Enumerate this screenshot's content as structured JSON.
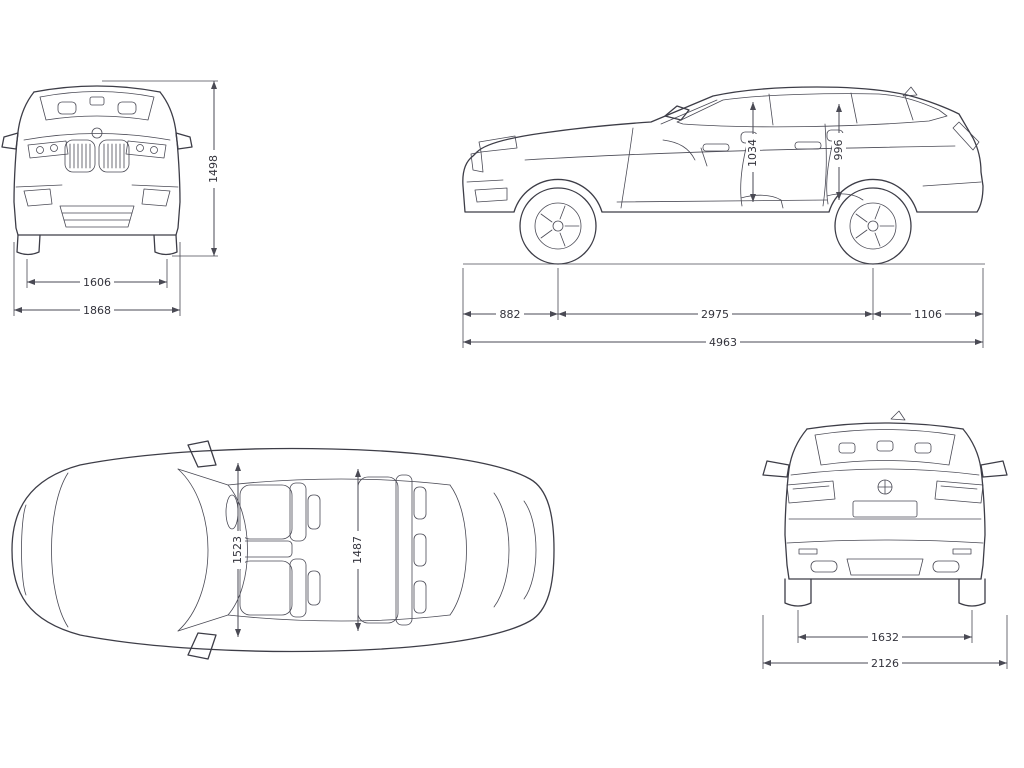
{
  "diagram": {
    "background": "#ffffff",
    "line_color": "#3d3d47",
    "dim_color": "#4a4a54",
    "views": {
      "front": {
        "name": "front-view",
        "overall_height": "1498",
        "front_track": "1606",
        "body_width": "1868"
      },
      "side": {
        "name": "side-view",
        "front_headroom": "1034",
        "rear_headroom": "996",
        "front_overhang": "882",
        "wheelbase": "2975",
        "rear_overhang": "1106",
        "overall_length": "4963"
      },
      "top": {
        "name": "top-view",
        "front_interior_width": "1523",
        "rear_interior_width": "1487"
      },
      "rear": {
        "name": "rear-view",
        "rear_track": "1632",
        "overall_width": "2126"
      }
    }
  }
}
